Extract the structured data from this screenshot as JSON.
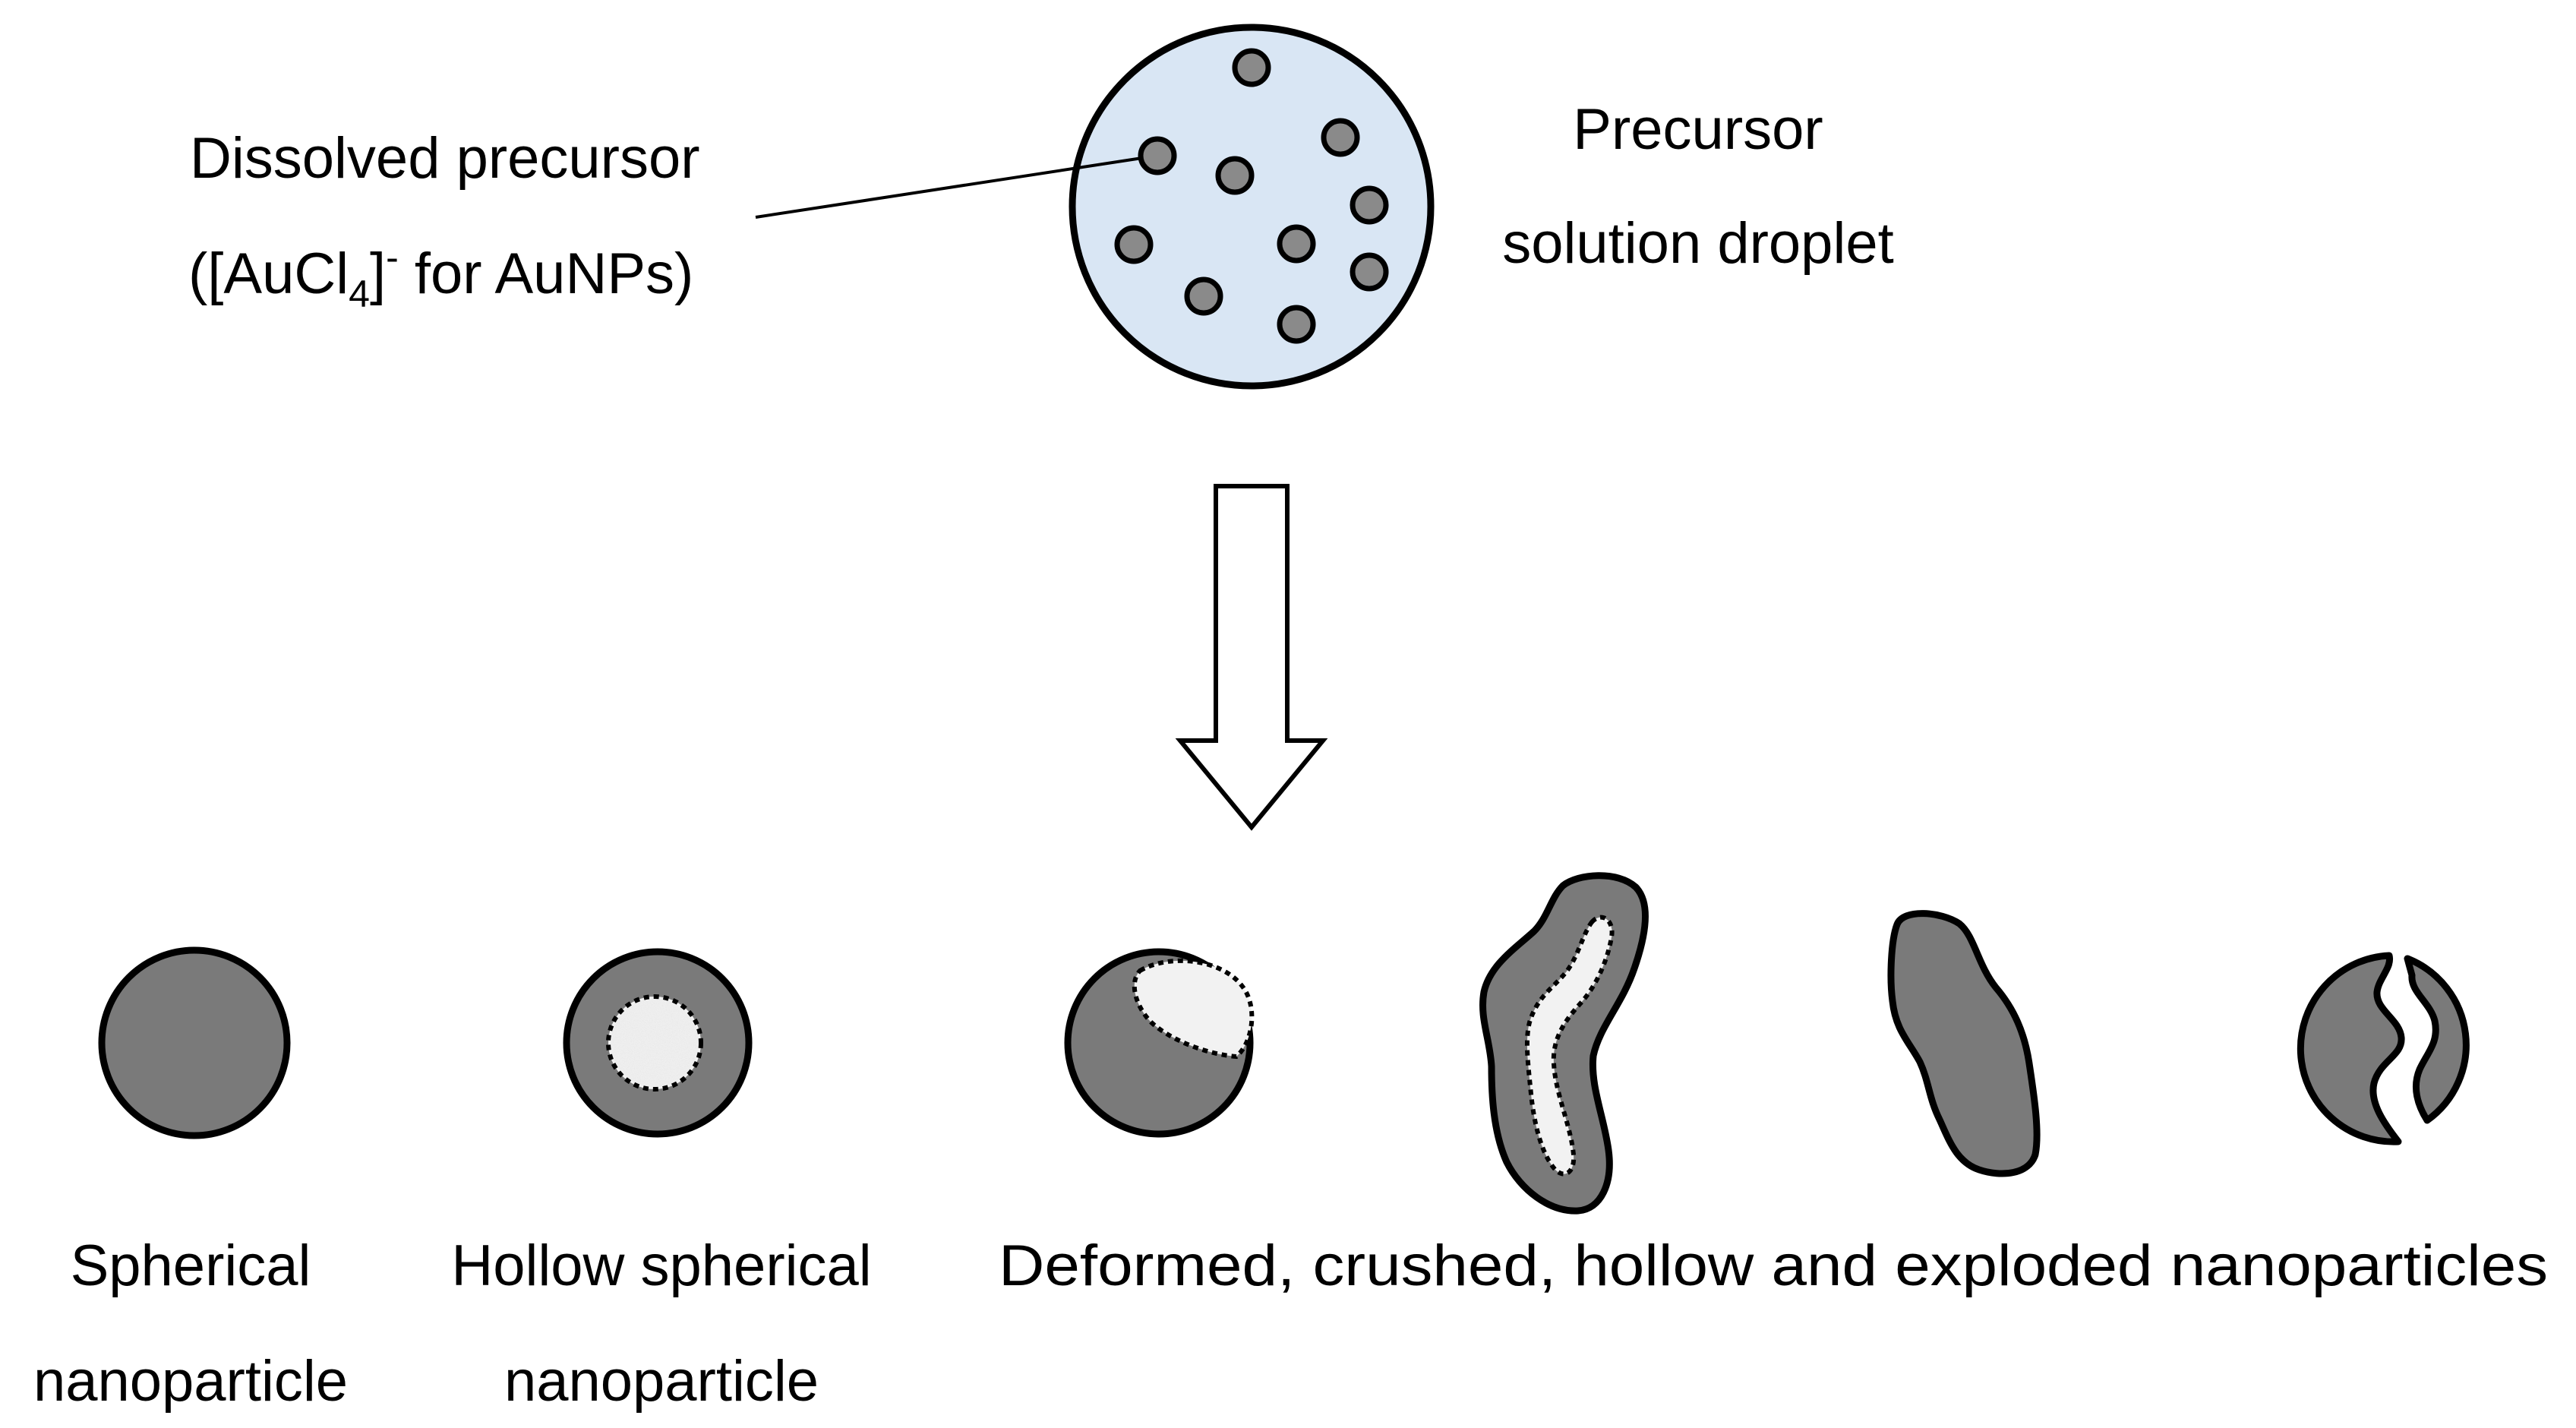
{
  "droplet": {
    "fill_color": "#d9e6f4",
    "label_line1": "Precursor",
    "label_line2": "solution droplet"
  },
  "precursor": {
    "label_line1": "Dissolved precursor",
    "formula_open": "([AuCl",
    "formula_sub": "4",
    "formula_close": "]",
    "formula_sup": "-",
    "formula_tail": " for AuNPs)"
  },
  "particles": {
    "fill_color": "#7a7a7a",
    "hollow_color": "#f2f2f2",
    "spherical_line1": "Spherical",
    "spherical_line2": "nanoparticle",
    "hollow_line1": "Hollow spherical",
    "hollow_line2": "nanoparticle",
    "other_label": "Deformed, crushed, hollow and exploded nanoparticles"
  }
}
